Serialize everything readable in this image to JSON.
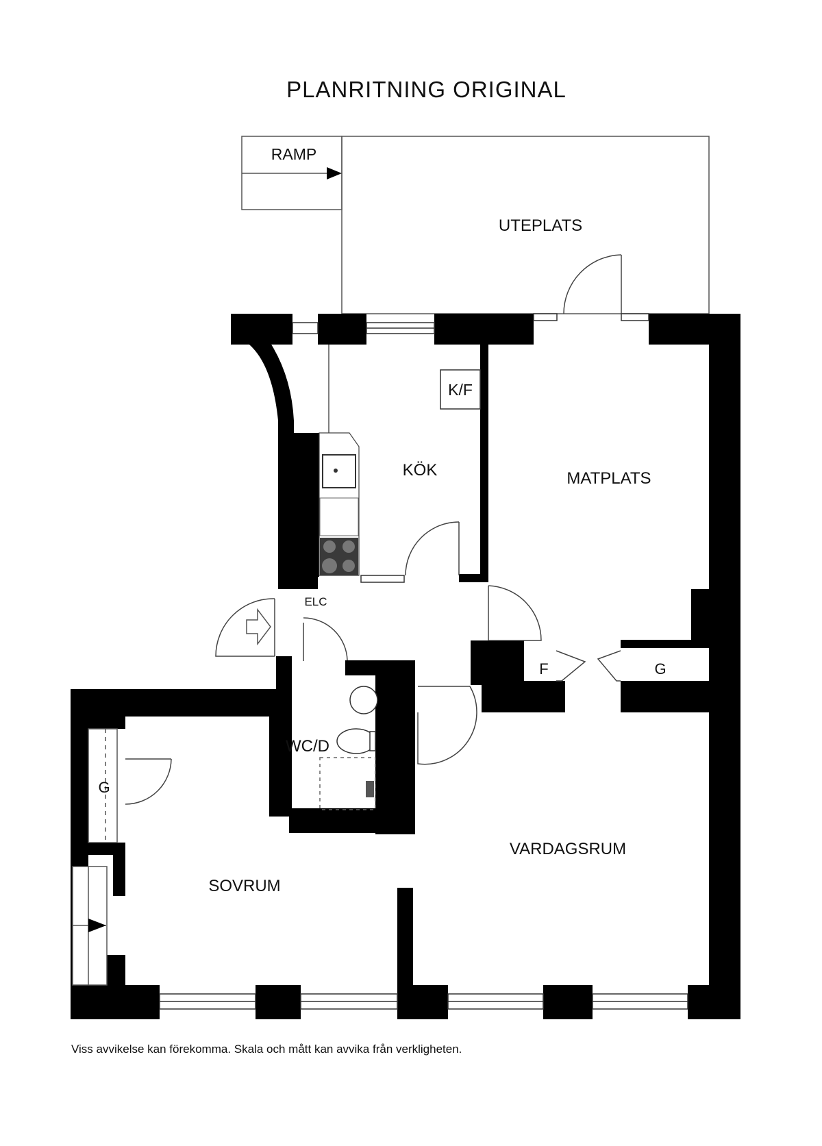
{
  "title": "PLANRITNING ORIGINAL",
  "disclaimer": "Viss avvikelse kan förekomma. Skala och mått kan avvika från verkligheten.",
  "labels": {
    "ramp": "RAMP",
    "uteplats": "UTEPLATS",
    "kf": "K/F",
    "kok": "KÖK",
    "matplats": "MATPLATS",
    "elc": "ELC",
    "f": "F",
    "g_right": "G",
    "wcd": "WC/D",
    "g_left": "G",
    "vardagsrum": "VARDAGSRUM",
    "sovrum": "SOVRUM"
  },
  "colors": {
    "wall": "#000000",
    "line": "#444444",
    "background": "#ffffff",
    "appliance": "#3a3a3a"
  }
}
